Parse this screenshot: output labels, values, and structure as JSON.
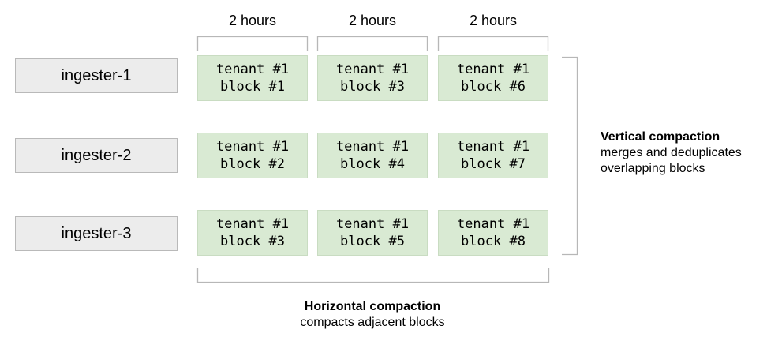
{
  "column_headers": [
    "2 hours",
    "2 hours",
    "2 hours"
  ],
  "ingesters": [
    "ingester-1",
    "ingester-2",
    "ingester-3"
  ],
  "blocks": [
    [
      {
        "tenant": "tenant #1",
        "block": "block #1"
      },
      {
        "tenant": "tenant #1",
        "block": "block #3"
      },
      {
        "tenant": "tenant #1",
        "block": "block #6"
      }
    ],
    [
      {
        "tenant": "tenant #1",
        "block": "block #2"
      },
      {
        "tenant": "tenant #1",
        "block": "block #4"
      },
      {
        "tenant": "tenant #1",
        "block": "block #7"
      }
    ],
    [
      {
        "tenant": "tenant #1",
        "block": "block #3"
      },
      {
        "tenant": "tenant #1",
        "block": "block #5"
      },
      {
        "tenant": "tenant #1",
        "block": "block #8"
      }
    ]
  ],
  "vertical_compaction": {
    "title": "Vertical compaction",
    "lines": [
      "merges and deduplicates",
      "overlapping blocks"
    ]
  },
  "horizontal_compaction": {
    "title": "Horizontal compaction",
    "lines": [
      "compacts adjacent blocks"
    ]
  },
  "colors": {
    "block_fill": "#d9ead3",
    "ingester_fill": "#ececec",
    "bracket_stroke": "#b7b7b7"
  }
}
